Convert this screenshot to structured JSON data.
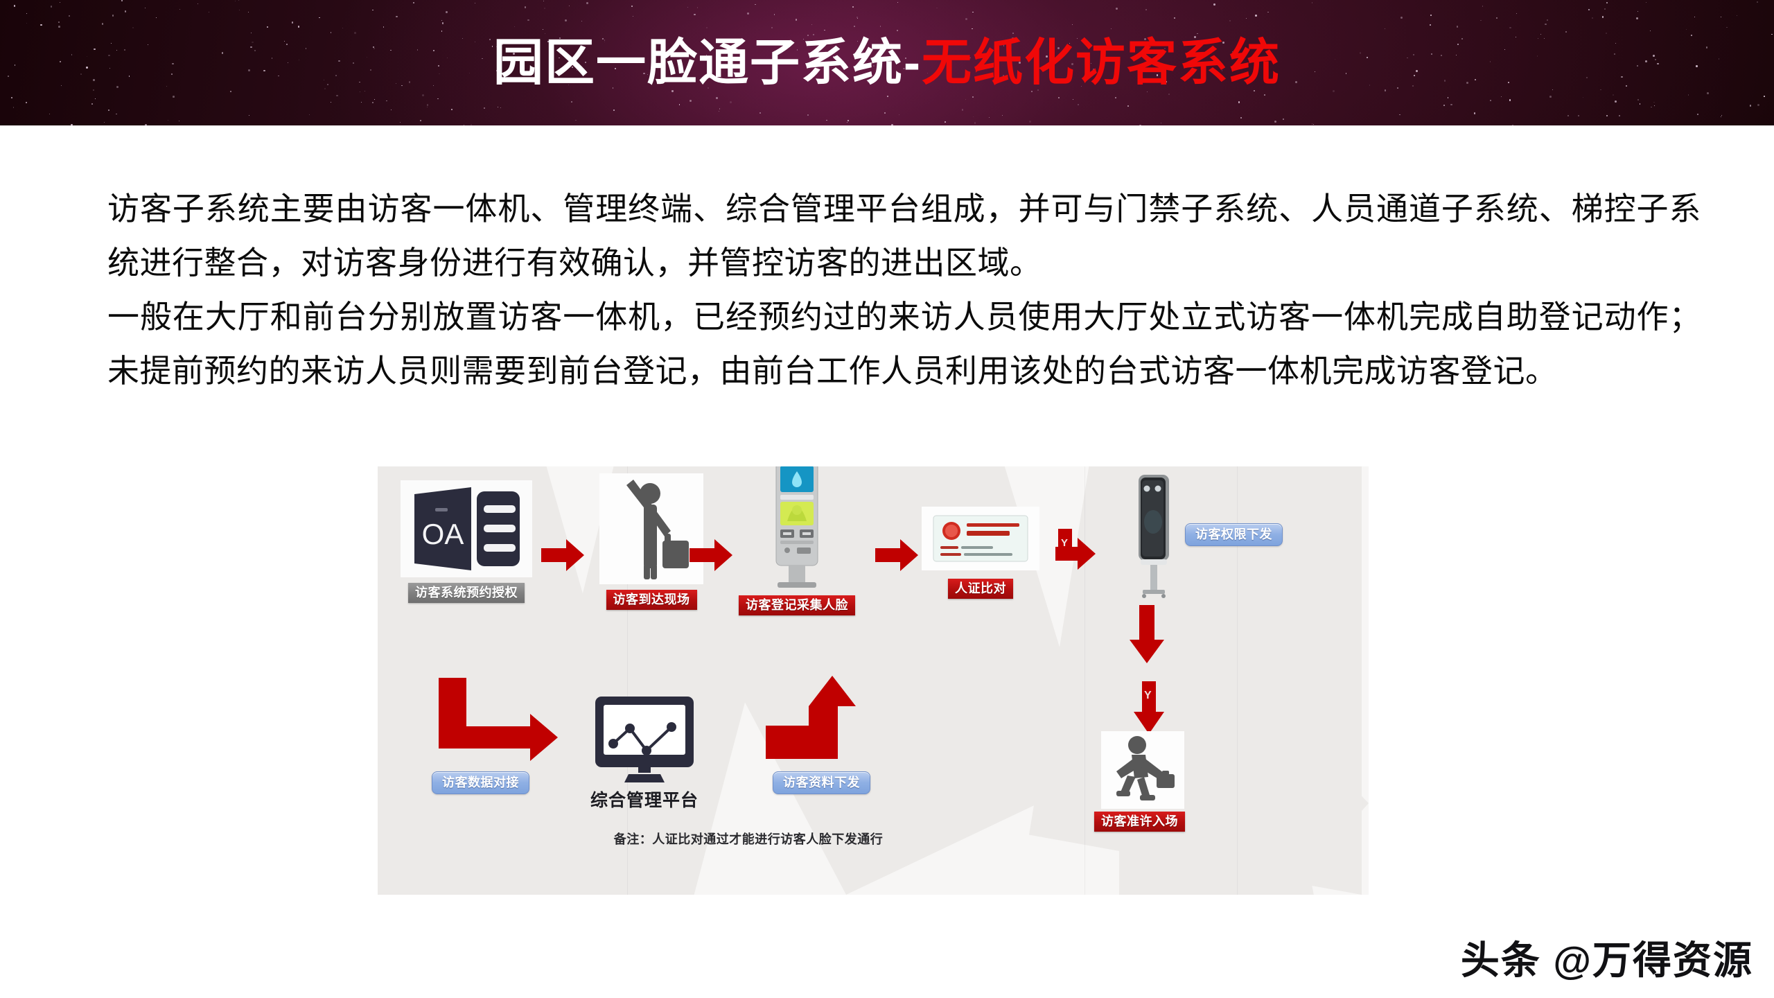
{
  "header": {
    "title_main": "园区一脸通子系统-",
    "title_highlight": " 无纸化访客系统",
    "title_color_main": "#ffffff",
    "title_color_highlight": "#f00808",
    "background_color": "#2a0a16"
  },
  "body": {
    "paragraph_1": "访客子系统主要由访客一体机、管理终端、综合管理平台组成，并可与门禁子系统、人员通道子系统、梯控子系统进行整合，对访客身份进行有效确认，并管控访客的进出区域。",
    "paragraph_2": "一般在大厅和前台分别放置访客一体机，已经预约过的来访人员使用大厅处立式访客一体机完成自助登记动作；未提前预约的来访人员则需要到前台登记，由前台工作人员利用该处的台式访客一体机完成访客登记。"
  },
  "diagram": {
    "steps": [
      {
        "id": "oa",
        "icon": "oa-document-icon",
        "label": "访客系统预约授权",
        "chip_style": "gray"
      },
      {
        "id": "arrive",
        "icon": "visitor-arriving-icon",
        "label": "访客到达现场",
        "chip_style": "red"
      },
      {
        "id": "kiosk",
        "icon": "visitor-kiosk-icon",
        "label": "访客登记采集人脸",
        "chip_style": "red"
      },
      {
        "id": "idcard",
        "icon": "id-card-icon",
        "label": "人证比对",
        "chip_style": "red"
      },
      {
        "id": "admitted",
        "icon": "visitor-walking-icon",
        "label": "访客准许入场",
        "chip_style": "red"
      }
    ],
    "badges": [
      {
        "id": "permission",
        "label": "访客权限下发",
        "chip_style": "blue"
      },
      {
        "id": "data-sync",
        "label": "访客数据对接",
        "chip_style": "blue"
      },
      {
        "id": "data-push",
        "label": "访客资料下发",
        "chip_style": "blue"
      }
    ],
    "platform_label": "综合管理平台",
    "platform_icon": "analytics-monitor-icon",
    "terminal_icon": "face-recognition-terminal-icon",
    "decision_labels": {
      "branch_1": "Y",
      "branch_2": "Y"
    },
    "note": "备注：人证比对通过才能进行访客人脸下发通行",
    "arrow_color": "#c00000",
    "panel_background": "#f7f6f5"
  },
  "watermark": {
    "text": "头条 @万得资源"
  }
}
